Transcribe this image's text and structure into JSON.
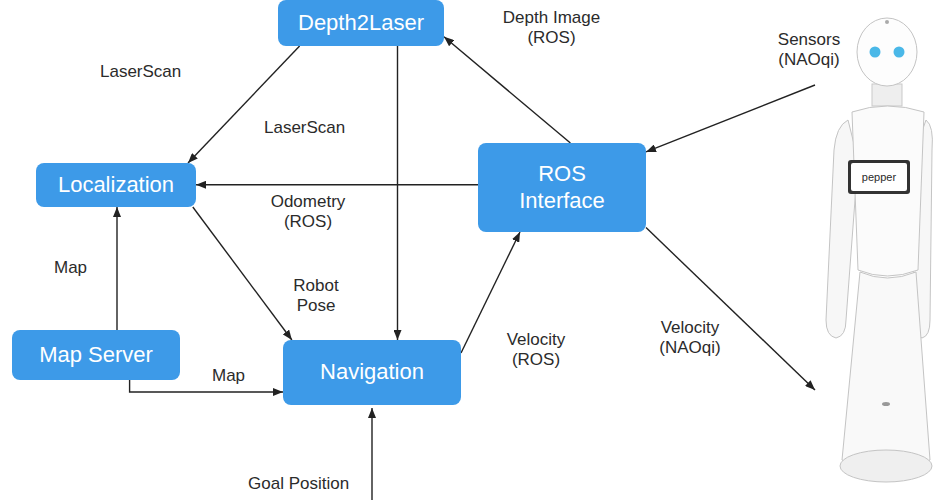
{
  "diagram": {
    "nodes": [
      {
        "text": [
          "Depth2Laser"
        ]
      },
      {
        "text": [
          "Localization"
        ]
      },
      {
        "text": [
          "ROS Interface"
        ]
      },
      {
        "text": [
          "pepper"
        ]
      },
      {
        "text": [
          "Map Server"
        ]
      },
      {
        "text": [
          "Navigation"
        ]
      }
    ],
    "edges": [
      {
        "from": 0,
        "to": 1,
        "label": "LaserScan",
        "arrow": "to"
      },
      {
        "from": 0,
        "to": 5,
        "label": "LaserScan",
        "arrow": "to"
      },
      {
        "from": 2,
        "to": 0,
        "label": "Depth Image (ROS)",
        "arrow": "to"
      },
      {
        "from": 2,
        "to": 1,
        "label": "Odometry (ROS)",
        "arrow": "to"
      },
      {
        "from": 4,
        "to": 1,
        "label": "Map",
        "arrow": "to"
      },
      {
        "from": 4,
        "to": 5,
        "label": "Map",
        "arrow": "to"
      },
      {
        "from": 1,
        "to": 5,
        "label": "Robot Pose",
        "arrow": "to"
      },
      {
        "from": 5,
        "to": 2,
        "label": "Velocity (ROS)",
        "arrow": "to"
      },
      {
        "from": 3,
        "to": 2,
        "label": "Sensors (NAOqi)",
        "arrow": "to"
      },
      {
        "from": 2,
        "to": 3,
        "label": "Velocity (NAOqi)",
        "arrow": "to"
      }
    ],
    "labels": [
      "Goal Position"
    ]
  }
}
